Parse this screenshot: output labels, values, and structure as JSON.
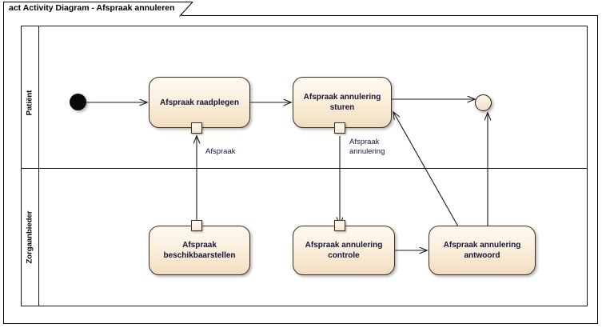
{
  "frame": {
    "title": "act Activity Diagram - Afspraak annuleren"
  },
  "lanes": [
    {
      "id": "patient",
      "label": "Patiënt"
    },
    {
      "id": "zorgaanbieder",
      "label": "Zorgaanbieder"
    }
  ],
  "nodes": [
    {
      "id": "initial",
      "type": "initial-node",
      "label": ""
    },
    {
      "id": "afspraak-raadplegen",
      "type": "action",
      "label": "Afspraak raadplegen"
    },
    {
      "id": "afspraak-annulering-sturen",
      "type": "action",
      "label": "Afspraak annulering sturen"
    },
    {
      "id": "afspraak-beschikbaarstellen",
      "type": "action",
      "label": "Afspraak beschikbaarstellen"
    },
    {
      "id": "afspraak-annulering-controle",
      "type": "action",
      "label": "Afspraak annulering controle"
    },
    {
      "id": "afspraak-annulering-antwoord",
      "type": "action",
      "label": "Afspraak annulering antwoord"
    },
    {
      "id": "final",
      "type": "flow-final-node",
      "label": ""
    }
  ],
  "edge_labels": [
    {
      "id": "label-afspraak",
      "text": "Afspraak"
    },
    {
      "id": "label-afspraak-annulering",
      "text": "Afspraak\nannulering"
    }
  ],
  "colors": {
    "node_fill_top": "#fefaf2",
    "node_fill_bottom": "#f2ddbf",
    "node_border": "#3a2f22",
    "node_text": "#14143c",
    "line": "#1a1a1a",
    "initial_fill": "#0a0a0a",
    "background": "#ffffff"
  }
}
